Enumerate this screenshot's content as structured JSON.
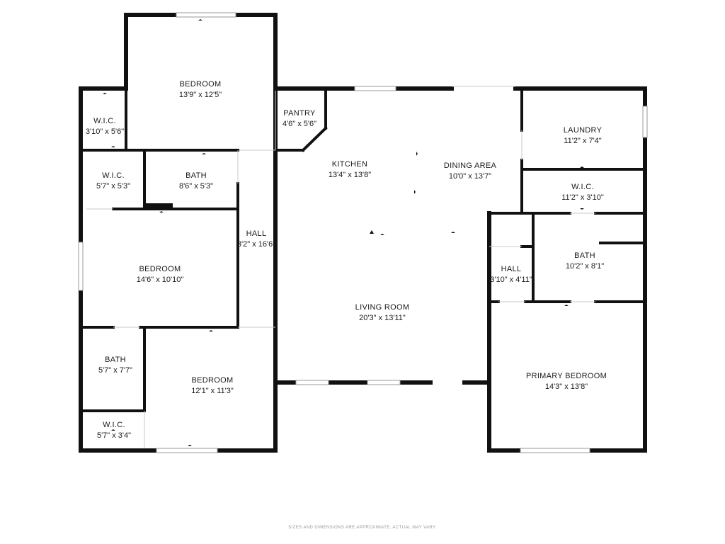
{
  "plan": {
    "rooms": [
      {
        "id": "bedroom-top",
        "name": "BEDROOM",
        "dims": "13'9\" x 12'5\""
      },
      {
        "id": "wic-top-left",
        "name": "W.I.C.",
        "dims": "3'10\" x 5'6\""
      },
      {
        "id": "pantry",
        "name": "PANTRY",
        "dims": "4'6\" x 5'6\""
      },
      {
        "id": "kitchen",
        "name": "KITCHEN",
        "dims": "13'4\" x 13'8\""
      },
      {
        "id": "dining-area",
        "name": "DINING AREA",
        "dims": "10'0\" x 13'7\""
      },
      {
        "id": "laundry",
        "name": "LAUNDRY",
        "dims": "11'2\" x 7'4\""
      },
      {
        "id": "wic-mid-left",
        "name": "W.I.C.",
        "dims": "5'7\" x 5'3\""
      },
      {
        "id": "bath-top",
        "name": "BATH",
        "dims": "8'6\" x 5'3\""
      },
      {
        "id": "wic-right",
        "name": "W.I.C.",
        "dims": "11'2\" x 3'10\""
      },
      {
        "id": "hall-left",
        "name": "HALL",
        "dims": "3'2\" x 16'6\""
      },
      {
        "id": "bath-right",
        "name": "BATH",
        "dims": "10'2\" x 8'1\""
      },
      {
        "id": "bedroom-mid",
        "name": "BEDROOM",
        "dims": "14'6\" x 10'10\""
      },
      {
        "id": "hall-right",
        "name": "HALL",
        "dims": "3'10\" x 4'11\""
      },
      {
        "id": "living-room",
        "name": "LIVING ROOM",
        "dims": "20'3\" x 13'11\""
      },
      {
        "id": "bath-bottom",
        "name": "BATH",
        "dims": "5'7\" x 7'7\""
      },
      {
        "id": "bedroom-bottom",
        "name": "BEDROOM",
        "dims": "12'1\" x 11'3\""
      },
      {
        "id": "primary-bedroom",
        "name": "PRIMARY BEDROOM",
        "dims": "14'3\" x 13'8\""
      },
      {
        "id": "wic-bottom-left",
        "name": "W.I.C.",
        "dims": "5'7\" x 3'4\""
      }
    ],
    "disclaimer": "SIZES AND DIMENSIONS ARE APPROXIMATE, ACTUAL MAY VARY.",
    "colors": {
      "wall": "#111111",
      "window": "#9a9a9a",
      "background": "#ffffff"
    }
  }
}
